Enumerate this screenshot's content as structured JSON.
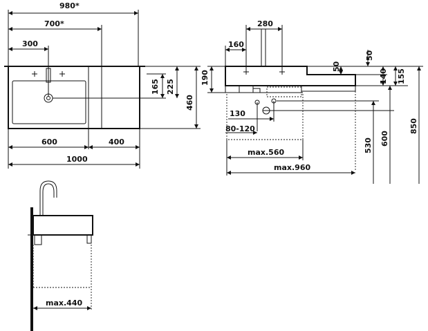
{
  "top_view": {
    "dims": {
      "overall_top": "980*",
      "inner_top": "700*",
      "faucet_offset": "300",
      "basin_width": "600",
      "shelf_width": "400",
      "overall_bottom": "1000",
      "depth_165": "165",
      "depth_225": "225",
      "depth_460": "460"
    }
  },
  "side_view": {
    "dims": {
      "spacing_280": "280",
      "offset_160": "160",
      "height_50_top": "50",
      "height_50_mid": "50",
      "height_140": "140",
      "height_155": "155",
      "height_190": "190",
      "dim_130": "130",
      "dim_80_120": "80-120",
      "max_560": "max.560",
      "max_960": "max.960",
      "height_530": "530",
      "height_600": "600",
      "height_850": "850"
    }
  },
  "bottom_view": {
    "dims": {
      "max_440": "max.440"
    }
  }
}
